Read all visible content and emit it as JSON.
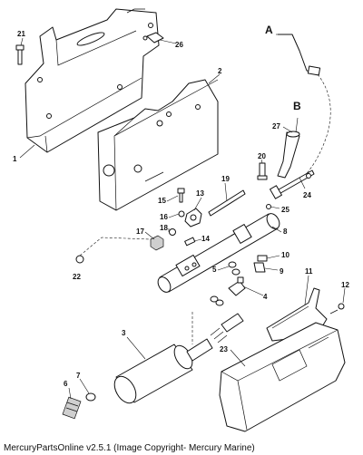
{
  "diagram": {
    "view_letters": [
      "A",
      "B"
    ],
    "callouts": [
      "21",
      "26",
      "1",
      "2",
      "27",
      "20",
      "19",
      "15",
      "13",
      "16",
      "18",
      "17",
      "14",
      "25",
      "24",
      "8",
      "22",
      "10",
      "5",
      "9",
      "11",
      "12",
      "4",
      "3",
      "23",
      "7",
      "6"
    ]
  },
  "footer": {
    "caption": "MercuryPartsOnline v2.5.1 (Image Copyright- Mercury Marine)"
  }
}
